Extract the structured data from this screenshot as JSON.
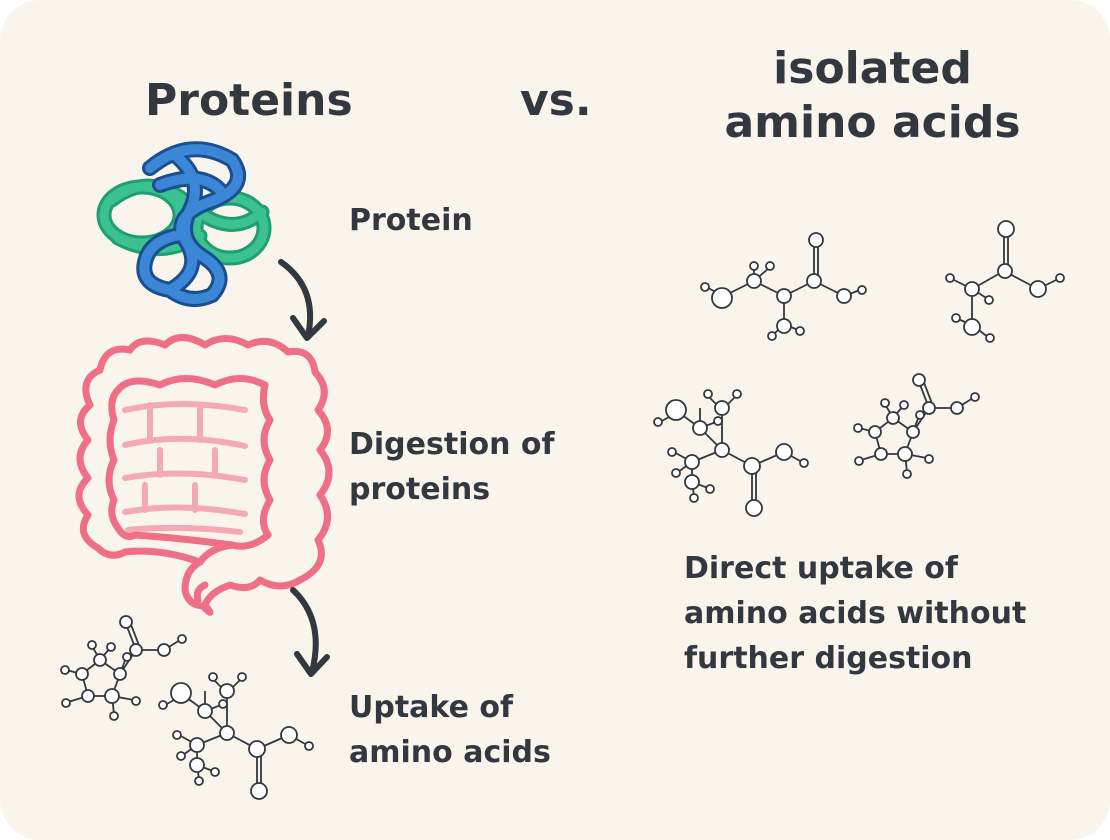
{
  "header": {
    "left_title": "Proteins",
    "versus": "vs.",
    "right_title": "isolated\namino acids"
  },
  "left_column": {
    "step1_label": "Protein",
    "step2_label": "Digestion of\nproteins",
    "step3_label": "Uptake of\namino acids"
  },
  "right_column": {
    "description": "Direct uptake of\namino acids without\nfurther digestion"
  },
  "colors": {
    "background": "#faf5ec",
    "text": "#333840",
    "intestine": "#ee6f86",
    "intestine_inner": "#f4aab5",
    "protein_blue": "#2d6fb5",
    "protein_green": "#3cc190"
  },
  "icons": [
    "protein-structure-icon",
    "intestine-icon",
    "amino-acid-molecule-icon",
    "curved-arrow-icon"
  ]
}
